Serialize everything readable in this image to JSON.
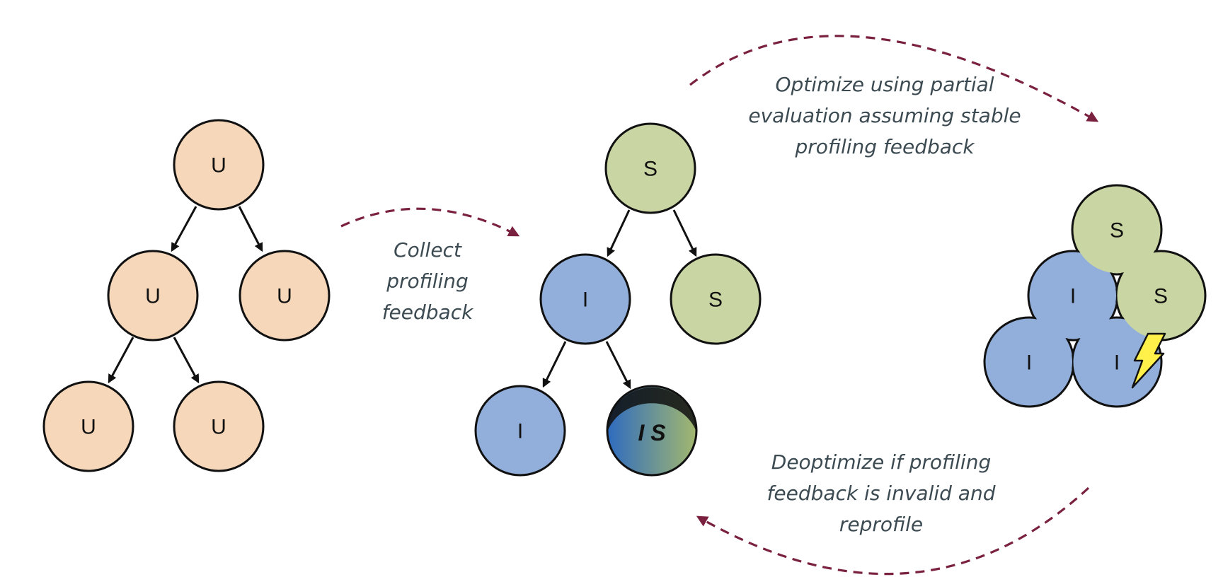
{
  "colors": {
    "unknown": "#f6d7ba",
    "stable": "#c9d6a3",
    "invalid": "#92afdb",
    "outline": "#111111",
    "process_arrow": "#7a2140",
    "lightning": "#fff04a",
    "mixed_left": "#2e6bc0",
    "mixed_right": "#a3b86e"
  },
  "icons": {
    "deopt": "lightning-bolt-icon"
  },
  "trees": {
    "initial": {
      "nodes": [
        {
          "id": "root",
          "label": "U",
          "state": "unknown"
        },
        {
          "id": "mid-left",
          "label": "U",
          "state": "unknown"
        },
        {
          "id": "mid-right",
          "label": "U",
          "state": "unknown"
        },
        {
          "id": "leaf-left",
          "label": "U",
          "state": "unknown"
        },
        {
          "id": "leaf-right",
          "label": "U",
          "state": "unknown"
        }
      ]
    },
    "profiled": {
      "nodes": [
        {
          "id": "root",
          "label": "S",
          "state": "stable"
        },
        {
          "id": "mid-left",
          "label": "I",
          "state": "invalid"
        },
        {
          "id": "mid-right",
          "label": "S",
          "state": "stable"
        },
        {
          "id": "leaf-left",
          "label": "I",
          "state": "invalid"
        },
        {
          "id": "leaf-right",
          "label": "I S",
          "state": "mixed"
        }
      ]
    },
    "optimized": {
      "nodes": [
        {
          "id": "top",
          "label": "S",
          "state": "stable"
        },
        {
          "id": "mid-left",
          "label": "I",
          "state": "invalid"
        },
        {
          "id": "mid-right",
          "label": "S",
          "state": "stable"
        },
        {
          "id": "bottom-left",
          "label": "I",
          "state": "invalid"
        },
        {
          "id": "bottom-right",
          "label": "I",
          "state": "invalid"
        }
      ]
    }
  },
  "captions": {
    "collect": [
      "Collect",
      "profiling",
      "feedback"
    ],
    "optimize": [
      "Optimize using partial",
      "evaluation assuming stable",
      "profiling feedback"
    ],
    "deoptimize": [
      "Deoptimize if profiling",
      "feedback is invalid and",
      "reprofile"
    ]
  }
}
